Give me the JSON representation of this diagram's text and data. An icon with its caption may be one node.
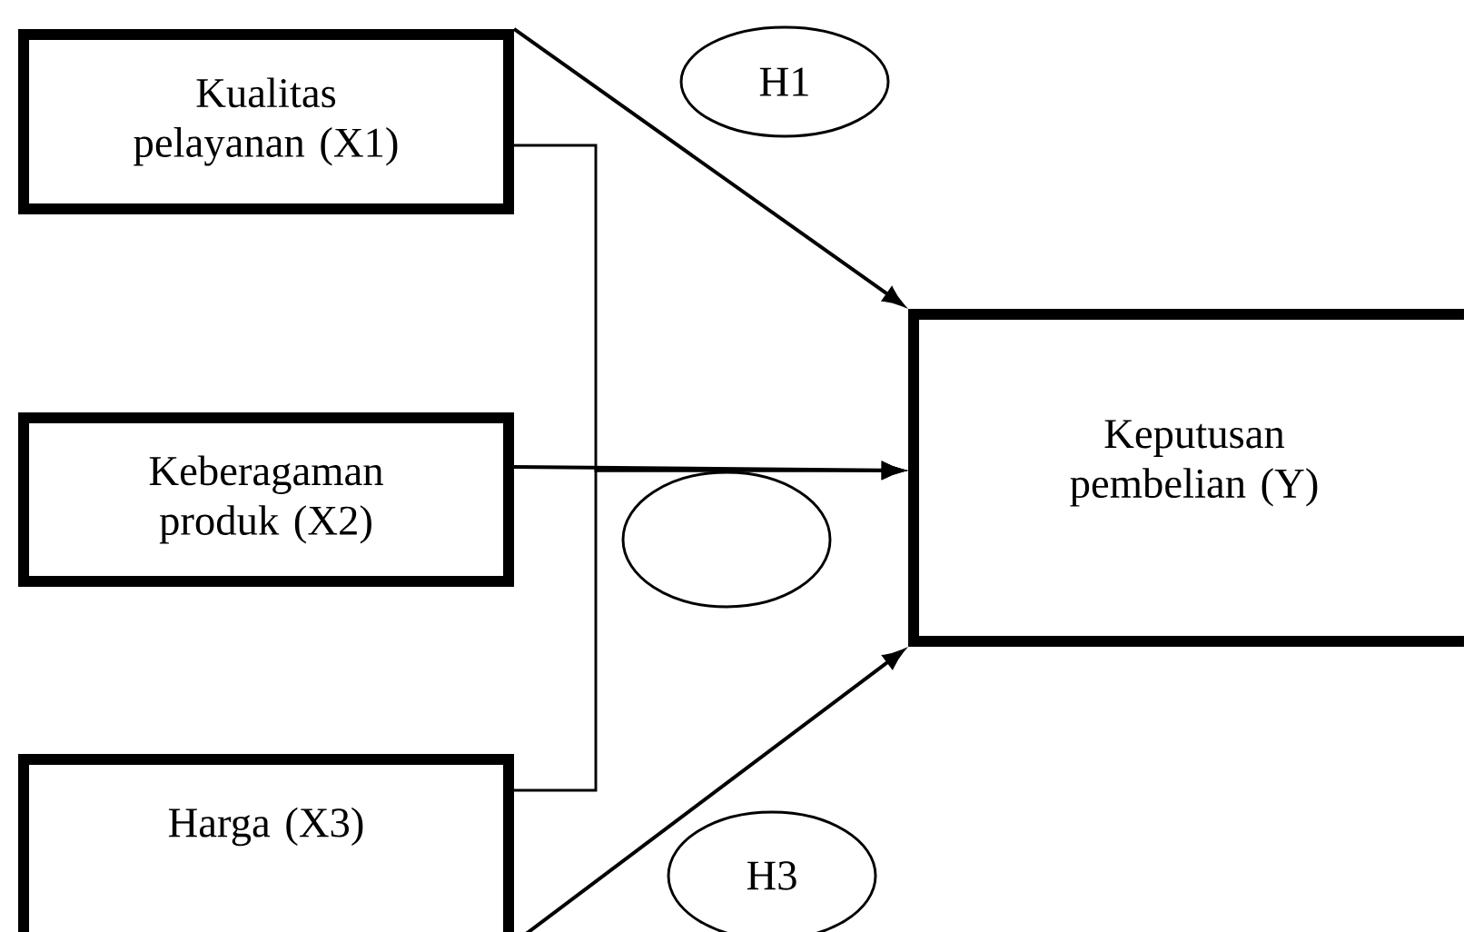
{
  "diagram": {
    "nodes": [
      {
        "text": [
          "Kualitas pelayanan (X1)"
        ]
      },
      {
        "text": [
          "H1"
        ]
      },
      {
        "text": [
          "Keberagaman produk (X2)"
        ]
      },
      {
        "text": [
          "Keputusan pembelian (Y)"
        ]
      },
      {
        "text": [],
        "shape": "ellipse"
      },
      {
        "text": [
          "Harga (X3)"
        ]
      },
      {
        "text": [
          "H3"
        ]
      }
    ],
    "edges": [
      {
        "from": 0,
        "to": 3,
        "arrow": "to"
      },
      {
        "from": 2,
        "to": 3,
        "arrow": "to"
      },
      {
        "from": 5,
        "to": 3,
        "arrow": "to"
      },
      {
        "from": 0,
        "to": 3,
        "arrow": "to"
      },
      {
        "from": 5,
        "to": 3,
        "arrow": "to"
      }
    ]
  }
}
